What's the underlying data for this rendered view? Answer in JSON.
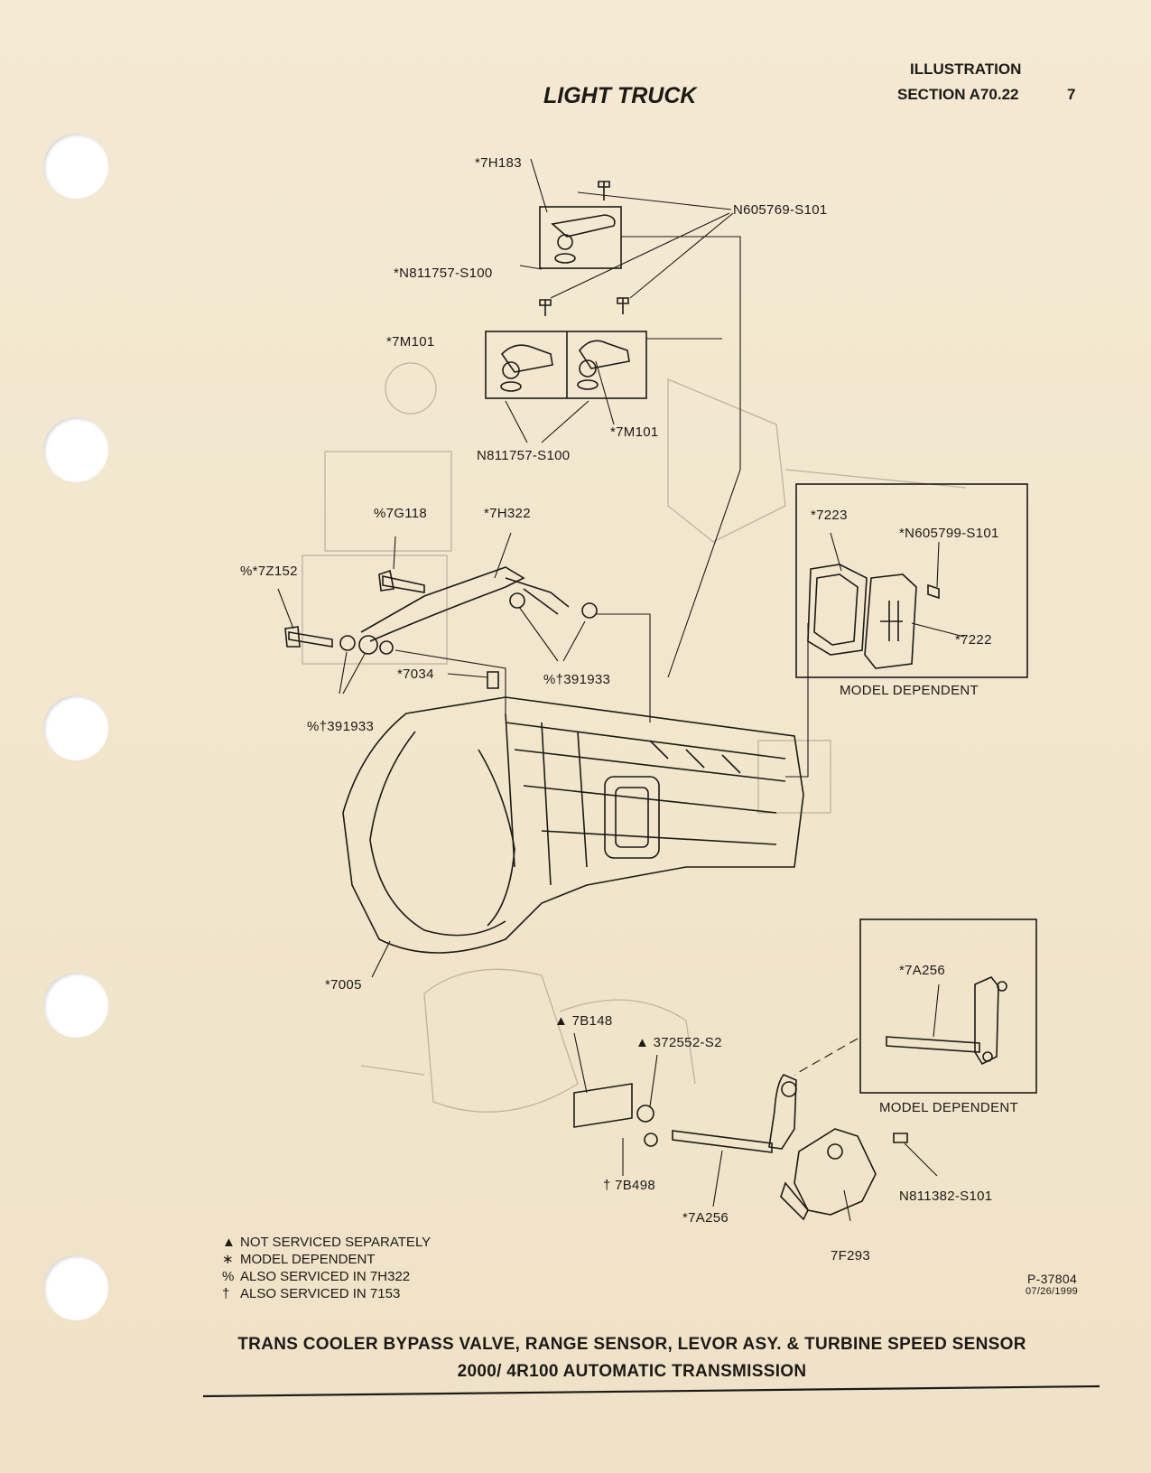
{
  "header": {
    "title": "LIGHT TRUCK",
    "illustration_label": "ILLUSTRATION",
    "section_label": "SECTION A70.22",
    "page_number": "7"
  },
  "labels": {
    "l_7h183": "*7H183",
    "l_n605769": "N605769-S101",
    "l_n811757_top": "*N811757-S100",
    "l_7m101_left": "*7M101",
    "l_7m101_right": "*7M101",
    "l_n811757_mid": "N811757-S100",
    "l_7g118": "%7G118",
    "l_7h322": "*7H322",
    "l_7z152": "%*7Z152",
    "l_391933_right": "%†391933",
    "l_7034": "*7034",
    "l_391933_left": "%†391933",
    "l_7223": "*7223",
    "l_n605799": "*N605799-S101",
    "l_7222": "*7222",
    "l_model_dep_1": "MODEL DEPENDENT",
    "l_7005": "*7005",
    "l_7a256_box": "*7A256",
    "l_model_dep_2": "MODEL DEPENDENT",
    "l_7b148": "▲ 7B148",
    "l_372552": "▲ 372552-S2",
    "l_7b498": "† 7B498",
    "l_7a256": "*7A256",
    "l_n811382": "N811382-S101",
    "l_7f293": "7F293"
  },
  "legend": [
    {
      "symbol": "▲",
      "text": "NOT SERVICED SEPARATELY"
    },
    {
      "symbol": "∗",
      "text": "MODEL DEPENDENT"
    },
    {
      "symbol": "%",
      "text": "ALSO SERVICED IN 7H322"
    },
    {
      "symbol": "†",
      "text": "ALSO SERVICED IN 7153"
    }
  ],
  "figure_id": "P-37804",
  "figure_date": "07/26/1999",
  "caption": {
    "line1": "TRANS COOLER BYPASS VALVE, RANGE SENSOR, LEVOR ASY. & TURBINE SPEED SENSOR",
    "line2": "2000/ 4R100 AUTOMATIC TRANSMISSION"
  }
}
